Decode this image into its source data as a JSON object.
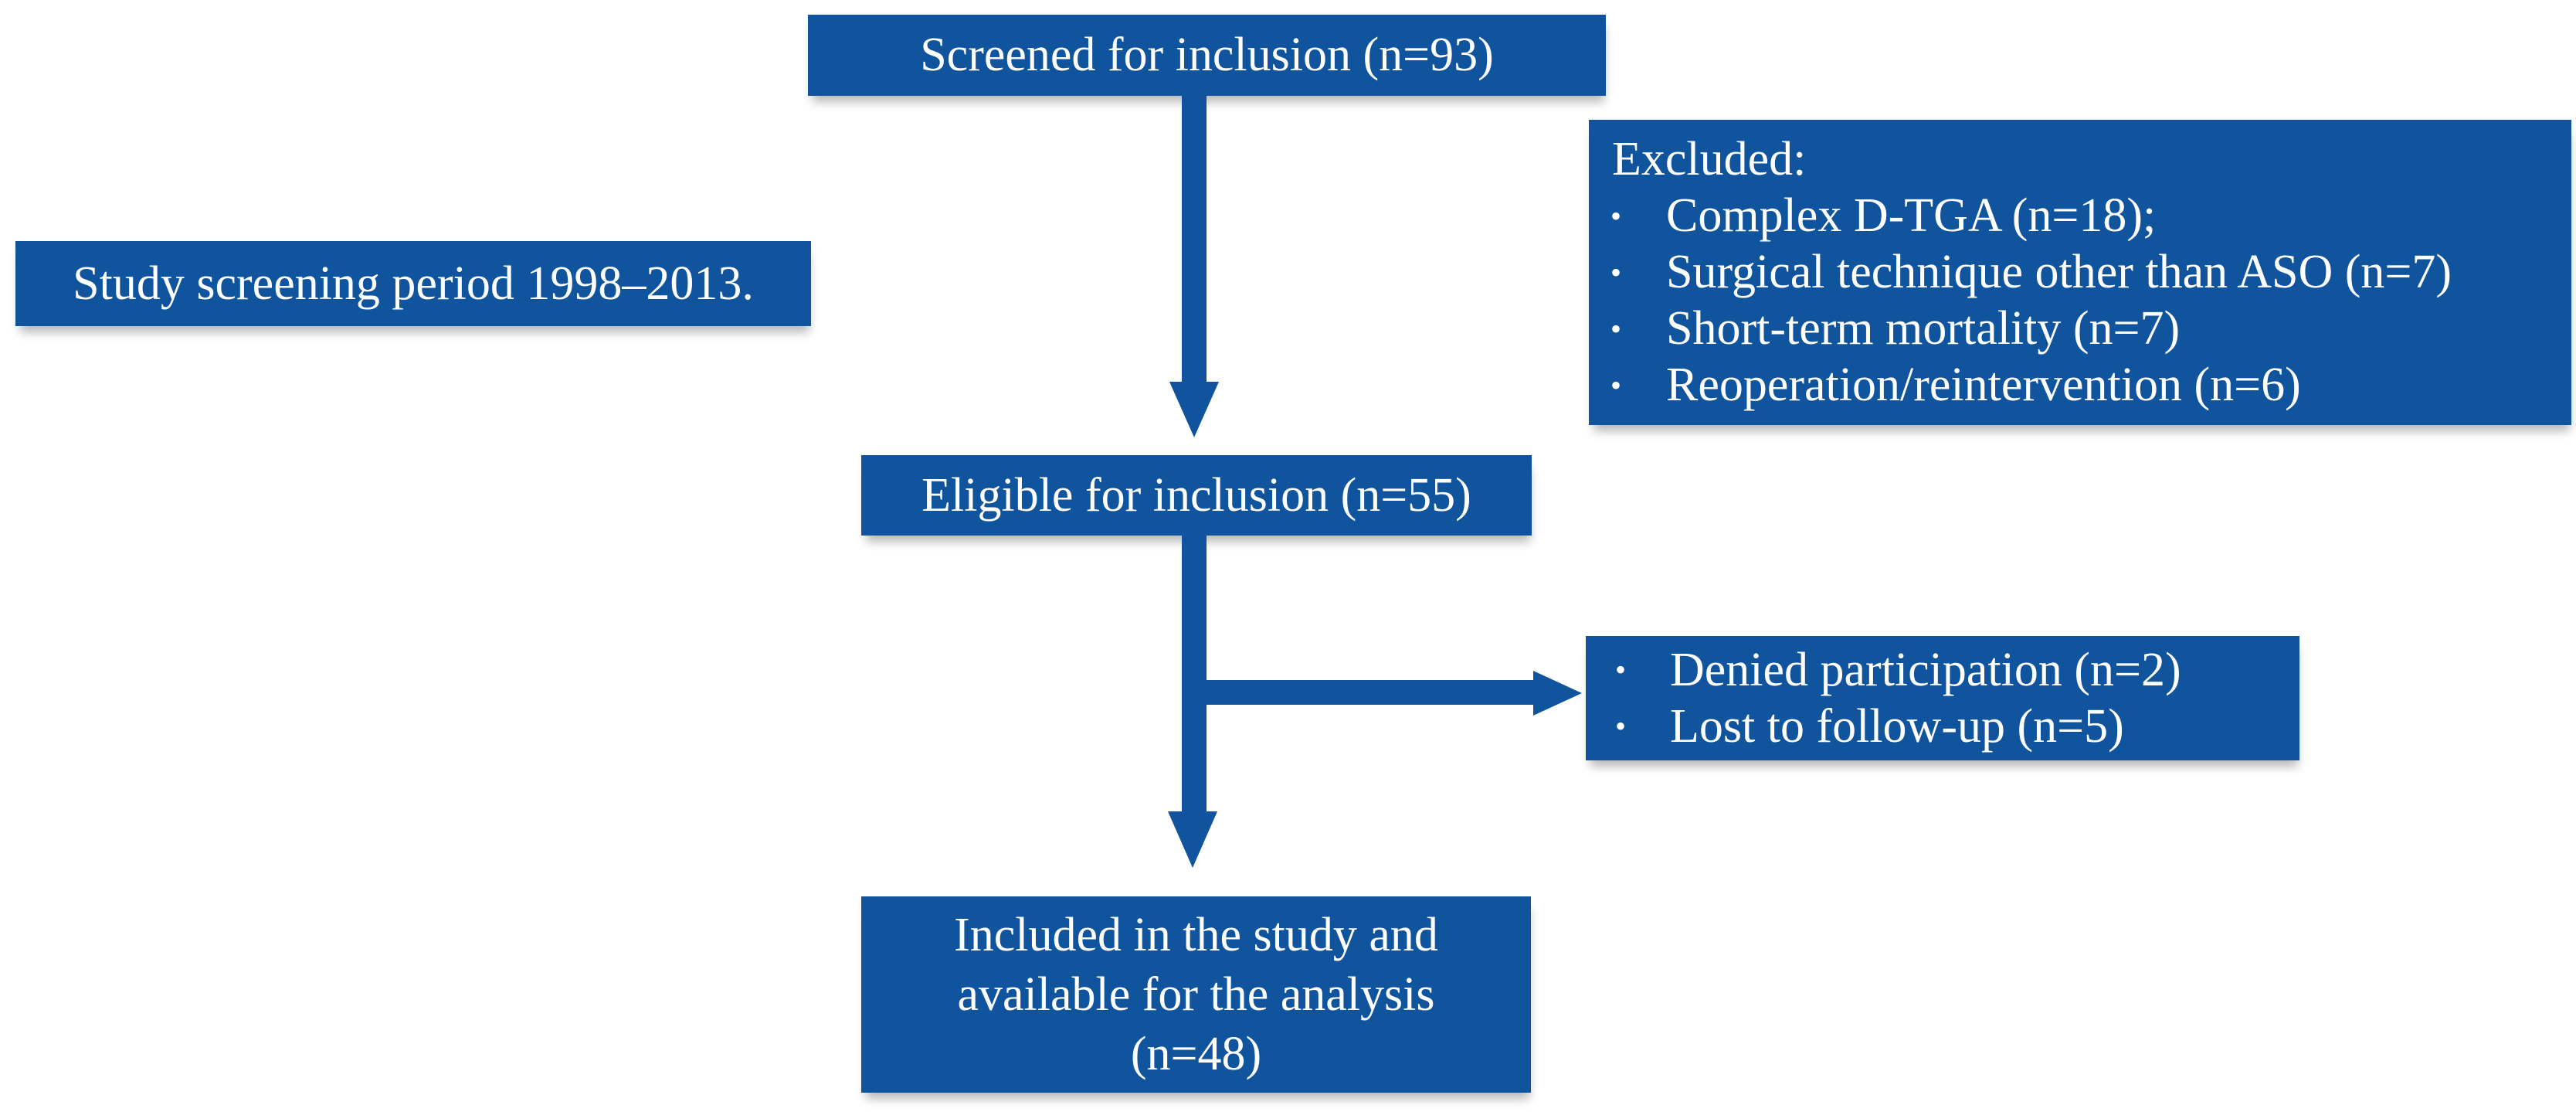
{
  "colors": {
    "background": "#ffffff",
    "box_fill": "#0f549d",
    "box_text": "#ffffff"
  },
  "bullet_glyph": "•",
  "nodes": {
    "screened": {
      "label": "Screened for inclusion (n=93)"
    },
    "screening_period": {
      "label": "Study screening period 1998–2013."
    },
    "excluded": {
      "title": "Excluded:",
      "items": [
        "Complex D-TGA (n=18);",
        "Surgical technique other than ASO (n=7)",
        "Short-term mortality (n=7)",
        "Reoperation/reintervention (n=6)"
      ]
    },
    "eligible": {
      "label": "Eligible for inclusion (n=55)"
    },
    "dropped": {
      "items": [
        "Denied participation (n=2)",
        "Lost to follow-up (n=5)"
      ]
    },
    "included": {
      "lines": [
        "Included in the study and",
        "available for the analysis",
        "(n=48)"
      ]
    }
  },
  "edges": [
    {
      "from": "screened",
      "to": "eligible",
      "direction": "down"
    },
    {
      "from": "eligible",
      "to": "included",
      "direction": "down"
    },
    {
      "from": "eligible",
      "to": "dropped",
      "direction": "right"
    }
  ]
}
